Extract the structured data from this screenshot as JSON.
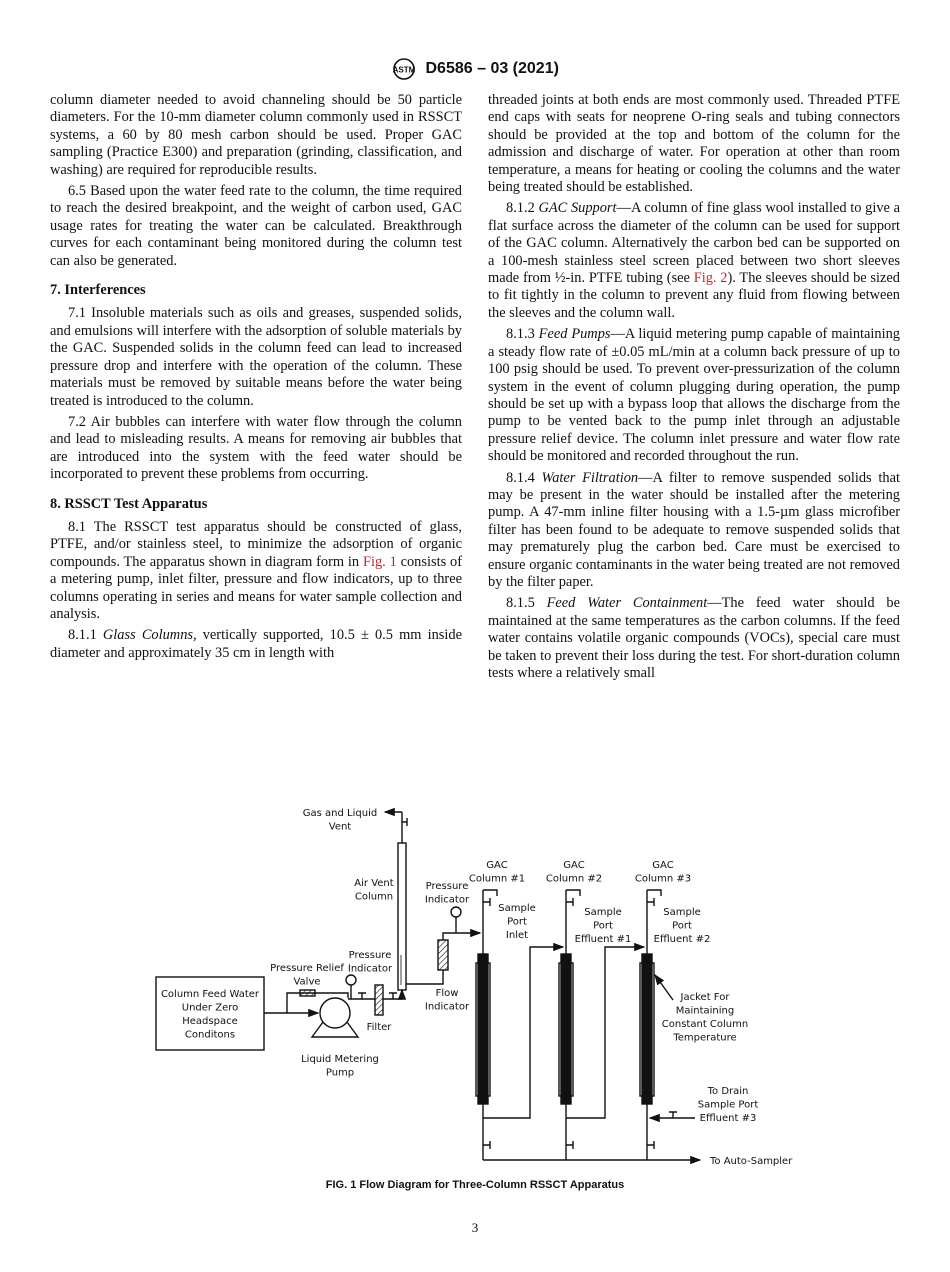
{
  "header": {
    "logo": "ASTM",
    "designation": "D6586 – 03 (2021)"
  },
  "left": {
    "p1": "column diameter needed to avoid channeling should be 50 particle diameters. For the 10-mm diameter column commonly used in RSSCT systems, a 60 by 80 mesh carbon should be used. Proper GAC sampling (Practice E300) and preparation (grinding, classification, and washing) are required for reproducible results.",
    "p2": "6.5 Based upon the water feed rate to the column, the time required to reach the desired breakpoint, and the weight of carbon used, GAC usage rates for treating the water can be calculated. Breakthrough curves for each contaminant being monitored during the column test can also be generated.",
    "h7": "7. Interferences",
    "p71": "7.1 Insoluble materials such as oils and greases, suspended solids, and emulsions will interfere with the adsorption of soluble materials by the GAC. Suspended solids in the column feed can lead to increased pressure drop and interfere with the operation of the column. These materials must be removed by suitable means before the water being treated is introduced to the column.",
    "p72": "7.2 Air bubbles can interfere with water flow through the column and lead to misleading results. A means for removing air bubbles that are introduced into the system with the feed water should be incorporated to prevent these problems from occurring.",
    "h8": "8. RSSCT Test Apparatus",
    "p81a": "8.1 The RSSCT test apparatus should be constructed of glass, PTFE, and/or stainless steel, to minimize the adsorption of organic compounds. The apparatus shown in diagram form in ",
    "p81link": "Fig. 1",
    "p81b": " consists of a metering pump, inlet filter, pressure and flow indicators, up to three columns operating in series and means for water sample collection and analysis.",
    "p811num": "8.1.1 ",
    "p811title": "Glass Columns,",
    "p811": " vertically supported, 10.5 ± 0.5 mm inside diameter and approximately 35 cm in length with"
  },
  "right": {
    "p1": "threaded joints at both ends are most commonly used. Threaded PTFE end caps with seats for neoprene O-ring seals and tubing connectors should be provided at the top and bottom of the column for the admission and discharge of water. For operation at other than room temperature, a means for heating or cooling the columns and the water being treated should be established.",
    "p812num": "8.1.2 ",
    "p812title": "GAC Support",
    "p812a": "—A column of fine glass wool installed to give a flat surface across the diameter of the column can be used for support of the GAC column. Alternatively the carbon bed can be supported on a 100-mesh stainless steel screen placed between two short sleeves made from ½-in. PTFE tubing (see ",
    "p812link": "Fig. 2",
    "p812b": "). The sleeves should be sized to fit tightly in the column to prevent any fluid from flowing between the sleeves and the column wall.",
    "p813num": "8.1.3 ",
    "p813title": "Feed Pumps",
    "p813": "—A liquid metering pump capable of maintaining a steady flow rate of ±0.05 mL/min at a column back pressure of up to 100 psig should be used. To prevent over-pressurization of the column system in the event of column plugging during operation, the pump should be set up with a bypass loop that allows the discharge from the pump to be vented back to the pump inlet through an adjustable pressure relief device. The column inlet pressure and water flow rate should be monitored and recorded throughout the run.",
    "p814num": "8.1.4 ",
    "p814title": "Water Filtration",
    "p814": "—A filter to remove suspended solids that may be present in the water should be installed after the metering pump. A 47-mm inline filter housing with a 1.5-µm glass microfiber filter has been found to be adequate to remove suspended solids that may prematurely plug the carbon bed. Care must be exercised to ensure organic contaminants in the water being treated are not removed by the filter paper.",
    "p815num": "8.1.5 ",
    "p815title": "Feed Water Containment",
    "p815": "—The feed water should be maintained at the same temperatures as the carbon columns. If the feed water contains volatile organic compounds (VOCs), special care must be taken to prevent their loss during the test. For short-duration column tests where a relatively small"
  },
  "figure": {
    "labels": {
      "gas_vent": [
        "Gas and Liquid",
        "Vent"
      ],
      "air_vent": [
        "Air Vent",
        "Column"
      ],
      "pi_top": [
        "Pressure",
        "Indicator"
      ],
      "pi_pump": [
        "Pressure",
        "Indicator"
      ],
      "relief": [
        "Pressure Relief",
        "Valve"
      ],
      "feed": [
        "Column Feed Water",
        "Under Zero",
        "Headspace",
        "Conditons"
      ],
      "filter": "Filter",
      "flow": [
        "Flow",
        "Indicator"
      ],
      "pump": [
        "Liquid Metering",
        "Pump"
      ],
      "col1": [
        "GAC",
        "Column #1"
      ],
      "col2": [
        "GAC",
        "Column #2"
      ],
      "col3": [
        "GAC",
        "Column #3"
      ],
      "sp_inlet": [
        "Sample",
        "Port",
        "Inlet"
      ],
      "sp_eff1": [
        "Sample",
        "Port",
        "Effluent #1"
      ],
      "sp_eff2": [
        "Sample",
        "Port",
        "Effluent #2"
      ],
      "jacket": [
        "Jacket For",
        "Maintaining",
        "Constant Column",
        "Temperature"
      ],
      "drain": [
        "To Drain",
        "Sample Port",
        "Effluent #3"
      ],
      "auto": "To Auto-Sampler"
    },
    "caption": "FIG. 1 Flow Diagram for Three-Column RSSCT Apparatus"
  },
  "page_number": "3"
}
